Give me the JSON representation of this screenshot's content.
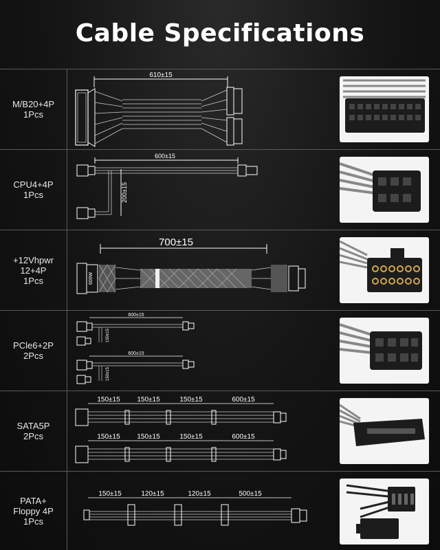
{
  "title": "Cable Specifications",
  "rows": [
    {
      "name_lines": [
        "M/B20+4P",
        "1Pcs"
      ],
      "dims": [
        "610±15"
      ]
    },
    {
      "name_lines": [
        "CPU4+4P",
        "1Pcs"
      ],
      "dims": [
        "600±15",
        "200±15"
      ]
    },
    {
      "name_lines": [
        "+12Vhpwr",
        "12+4P",
        "1Pcs"
      ],
      "dims": [
        "700±15"
      ],
      "connector_text": "600W"
    },
    {
      "name_lines": [
        "PCle6+2P",
        "2Pcs"
      ],
      "dims": [
        "600±15",
        "150±15",
        "600±15",
        "150±15"
      ]
    },
    {
      "name_lines": [
        "SATA5P",
        "2Pcs"
      ],
      "dims": [
        "150±15",
        "150±15",
        "150±15",
        "600±15",
        "150±15",
        "150±15",
        "150±15",
        "600±15"
      ]
    },
    {
      "name_lines": [
        "PATA+",
        "Floppy 4P",
        "1Pcs"
      ],
      "dims": [
        "150±15",
        "120±15",
        "120±15",
        "500±15"
      ]
    }
  ]
}
